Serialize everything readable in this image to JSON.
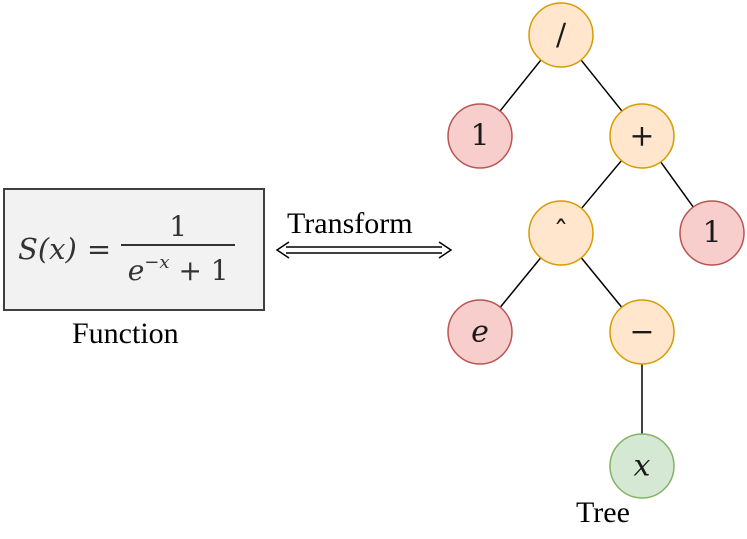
{
  "function_box": {
    "lhs": "S(x)",
    "equals": "=",
    "numerator": "1",
    "denominator_base": "e",
    "denominator_exponent": "−x",
    "denominator_rest": "+ 1"
  },
  "labels": {
    "function": "Function",
    "transform": "Transform",
    "tree": "Tree"
  },
  "tree": {
    "nodes": [
      {
        "id": "root-div",
        "label": "/",
        "type": "operator"
      },
      {
        "id": "one-left",
        "label": "1",
        "type": "constant"
      },
      {
        "id": "plus",
        "label": "+",
        "type": "operator"
      },
      {
        "id": "pow",
        "label": "ˆ",
        "type": "operator"
      },
      {
        "id": "one-right",
        "label": "1",
        "type": "constant"
      },
      {
        "id": "e-const",
        "label": "e",
        "type": "constant"
      },
      {
        "id": "neg",
        "label": "−",
        "type": "operator"
      },
      {
        "id": "x-var",
        "label": "x",
        "type": "variable"
      }
    ],
    "edges": [
      [
        "root-div",
        "one-left"
      ],
      [
        "root-div",
        "plus"
      ],
      [
        "plus",
        "pow"
      ],
      [
        "plus",
        "one-right"
      ],
      [
        "pow",
        "e-const"
      ],
      [
        "pow",
        "neg"
      ],
      [
        "neg",
        "x-var"
      ]
    ]
  },
  "colors": {
    "operator_fill": "#ffe6cc",
    "operator_stroke": "#d79b00",
    "constant_fill": "#f8cecc",
    "constant_stroke": "#b85450",
    "variable_fill": "#d5e8d4",
    "variable_stroke": "#82b366"
  }
}
